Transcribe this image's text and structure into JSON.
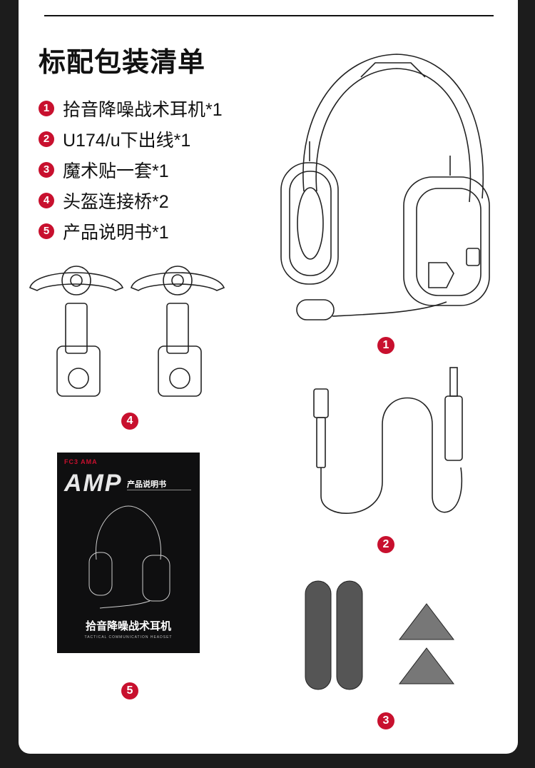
{
  "header": {
    "title": "标配包装清单"
  },
  "items": [
    {
      "num": "1",
      "label": "拾音降噪战术耳机*1"
    },
    {
      "num": "2",
      "label": "U174/u下出线*1"
    },
    {
      "num": "3",
      "label": "魔术贴一套*1"
    },
    {
      "num": "4",
      "label": "头盔连接桥*2"
    },
    {
      "num": "5",
      "label": "产品说明书*1"
    }
  ],
  "badges": {
    "headset": "1",
    "cable": "2",
    "velcro": "3",
    "bridge": "4",
    "manual": "5"
  },
  "manual": {
    "brand": "FC3 AMA",
    "logo": "AMP",
    "title": "产品说明书",
    "name": "拾音降噪战术耳机",
    "subtitle": "TACTICAL COMMUNICATION HEADSET"
  },
  "colors": {
    "accent": "#c8102e",
    "background": "#1c1c1c"
  }
}
